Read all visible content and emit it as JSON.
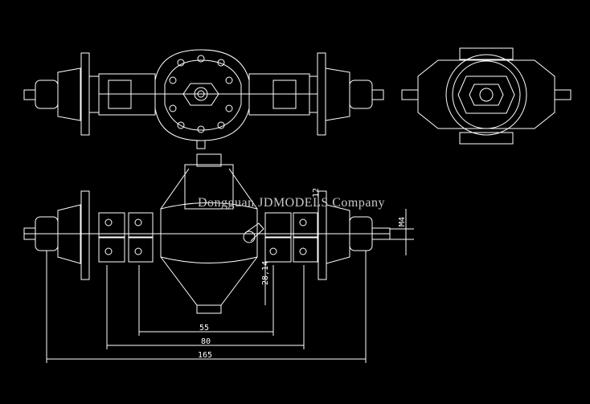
{
  "watermark": "Dongguan JDMODELS Company",
  "dimensions": {
    "d55": "55",
    "d80": "80",
    "d165": "165",
    "d28": "28,14",
    "m4": "M4",
    "d12": "12"
  },
  "colors": {
    "background": "#000000",
    "lines": "#ffffff"
  }
}
